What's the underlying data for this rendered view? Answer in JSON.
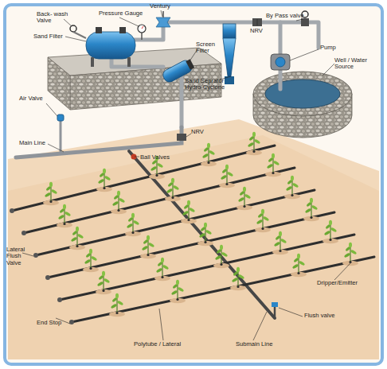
{
  "diagram": {
    "labels": [
      "Back- wash Valve",
      "Pressure Gauge",
      "Ventury",
      "Sand Filter",
      "Screen Filter",
      "NRV",
      "By Pass valve",
      "Sand Seprator Hydro-Cyclone",
      "Pump",
      "Well / Water Source",
      "Air Valve",
      "Main Line",
      "NRV",
      "Ball Valves",
      "Lateral Flush Valve",
      "Dripper/Emitter",
      "End Stop",
      "Polytube / Lateral",
      "Submain Line",
      "Flush valve"
    ]
  }
}
